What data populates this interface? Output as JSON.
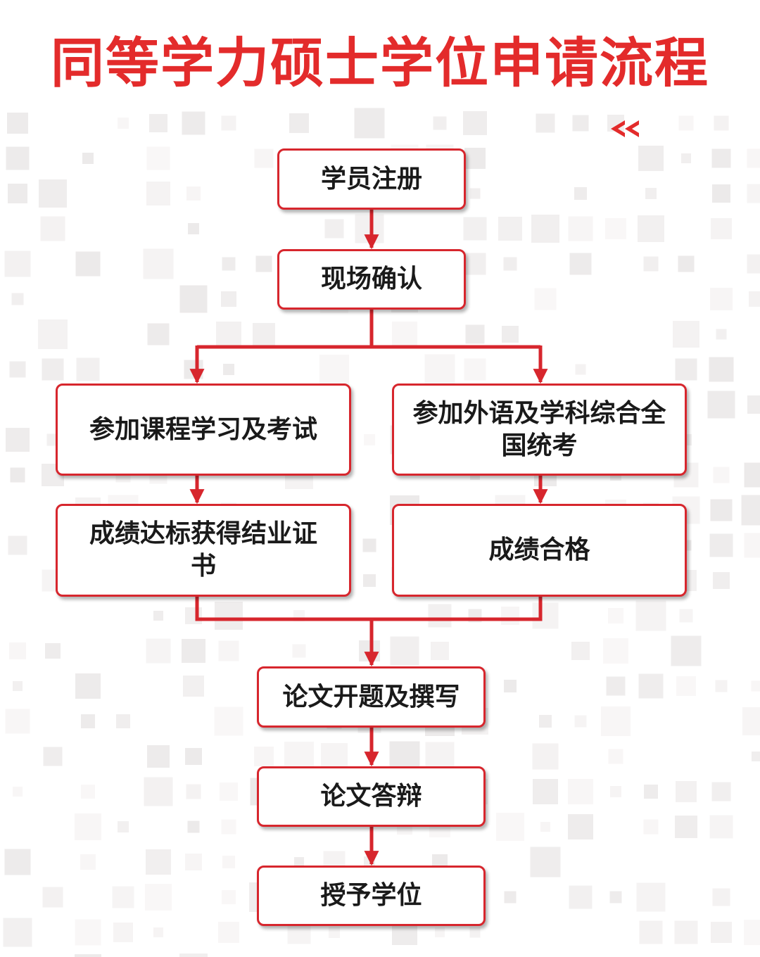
{
  "title": "同等学力硕士学位申请流程",
  "colors": {
    "accent": "#e32b2b",
    "border": "#d7262d",
    "text": "#1a1a1a"
  },
  "icons": {
    "top_right": "double-chevron-left-icon"
  },
  "steps": {
    "register": "学员注册",
    "confirm": "现场确认",
    "course_study": "参加课程学习及考试",
    "unified_exam": "参加外语及学科综合全国统考",
    "certificate": "成绩达标获得结业证书",
    "pass": "成绩合格",
    "thesis_writing": "论文开题及撰写",
    "defense": "论文答辩",
    "degree": "授予学位"
  }
}
